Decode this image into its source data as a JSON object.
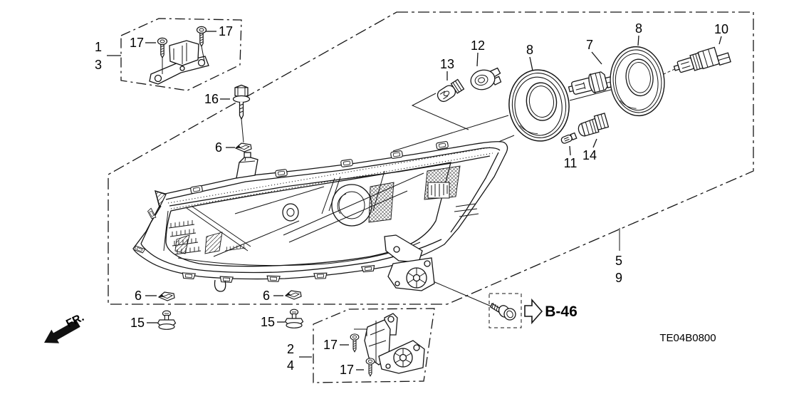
{
  "diagram": {
    "code": "TE04B0800",
    "direction_indicator": "FR.",
    "reference": "B-46",
    "callouts": {
      "1": "1",
      "2": "2",
      "3": "3",
      "4": "4",
      "5": "5",
      "6": "6",
      "7": "7",
      "8": "8",
      "9": "9",
      "10": "10",
      "11": "11",
      "12": "12",
      "13": "13",
      "14": "14",
      "15": "15",
      "16": "16",
      "17": "17"
    },
    "colors": {
      "line": "#151515",
      "background": "#ffffff"
    }
  }
}
